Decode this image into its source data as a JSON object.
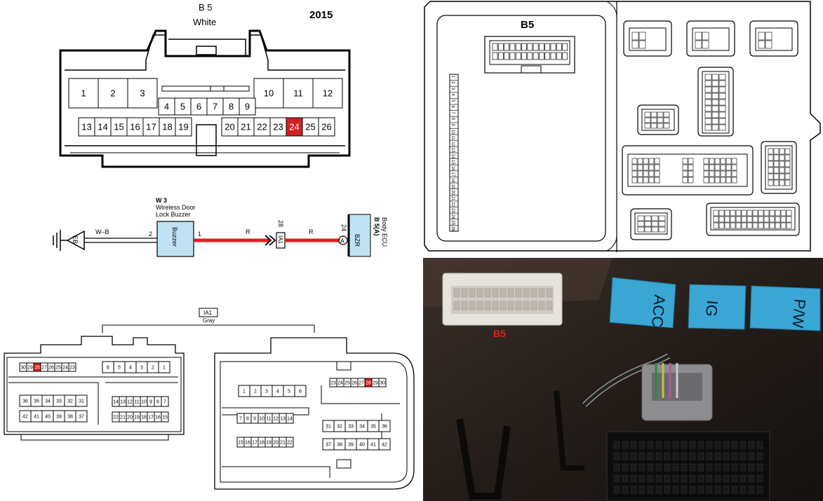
{
  "top_connector": {
    "name": "B 5",
    "color": "White",
    "year": "2015",
    "large_pins_left": [
      "1",
      "2",
      "3"
    ],
    "large_pins_right": [
      "10",
      "11",
      "12"
    ],
    "middle_pins": [
      "4",
      "5",
      "6",
      "7",
      "8",
      "9"
    ],
    "bottom_pins": [
      "13",
      "14",
      "15",
      "16",
      "17",
      "18",
      "19",
      "20",
      "21",
      "22",
      "23",
      "24",
      "25",
      "26"
    ],
    "highlight_pin": "24",
    "highlight_color": "#d41f1f"
  },
  "wiring": {
    "ground_label": "EB",
    "wire_wb": "W–B",
    "buzzer_pin_in": "2",
    "buzzer_id": "W 3",
    "buzzer_name": "Wireless Door",
    "buzzer_name2": "Lock Buzzer",
    "buzzer_box": "Buzzer",
    "buzzer_pin_out": "1",
    "wire_r1": "R",
    "junction_label": "IA1",
    "junction_pin": "28",
    "wire_r2": "R",
    "ecu_pin": "24",
    "ecu_circle": "A",
    "ecu_id": "B 5(A)",
    "ecu_name": "Body ECU",
    "ecu_box": "BZR",
    "wire_color": "#e01e1e",
    "box_color": "#bfe3f5"
  },
  "ia1_connector": {
    "label": "IA1",
    "color": "Gray",
    "left_row1": [
      "30",
      "29",
      "28",
      "27",
      "26",
      "25",
      "24",
      "23"
    ],
    "left_row1_right": [
      "6",
      "5",
      "4",
      "3",
      "2",
      "1"
    ],
    "left_row2a": [
      "36",
      "35",
      "34",
      "33",
      "32",
      "31"
    ],
    "left_row3a": [
      "42",
      "41",
      "40",
      "39",
      "38",
      "37"
    ],
    "left_row2b": [
      "14",
      "13",
      "12",
      "11",
      "10",
      "9",
      "8",
      "7"
    ],
    "left_row3b": [
      "22",
      "21",
      "20",
      "19",
      "18",
      "17",
      "16",
      "15"
    ],
    "right_row_top": [
      "23",
      "24",
      "25",
      "26",
      "27",
      "28",
      "29",
      "30"
    ],
    "right_row_a": [
      "1",
      "2",
      "3",
      "4",
      "5",
      "6"
    ],
    "right_row_b": [
      "7",
      "8",
      "9",
      "10",
      "11",
      "12",
      "13",
      "14"
    ],
    "right_row_c": [
      "15",
      "16",
      "17",
      "18",
      "19",
      "20",
      "21",
      "22"
    ],
    "right_row_d": [
      "31",
      "32",
      "33",
      "34",
      "35",
      "36"
    ],
    "right_row_e": [
      "37",
      "38",
      "39",
      "40",
      "41",
      "42"
    ],
    "highlight_pin": "28"
  },
  "fuse_box": {
    "connector_label": "B5",
    "vertical_pins": [
      "1",
      "2",
      "3",
      "4",
      "5",
      "6",
      "7",
      "8",
      "9",
      "10",
      "11",
      "12",
      "13",
      "14",
      "15",
      "16",
      "17",
      "18",
      "19",
      "20",
      "21",
      "22",
      "23",
      "24",
      "25",
      "26"
    ]
  },
  "photo": {
    "label": "B5",
    "relay1": "ACC",
    "relay2": "IG",
    "relay3": "P/W"
  }
}
